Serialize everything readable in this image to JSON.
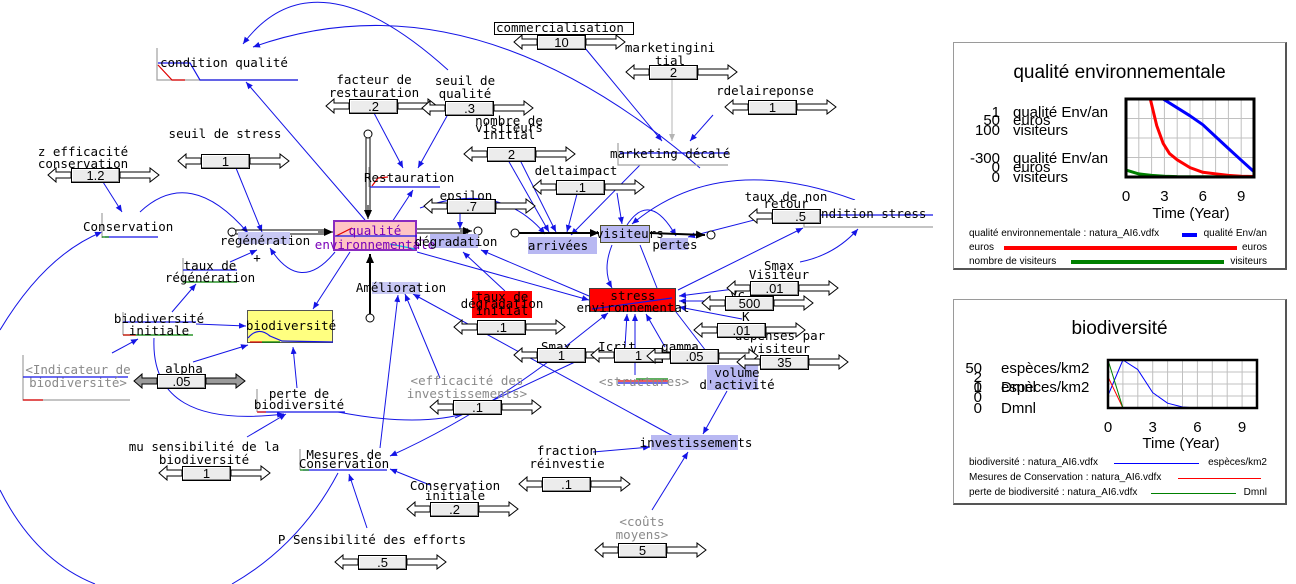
{
  "diagram": {
    "nodes": {
      "condition_qualite": [
        "condition qualité"
      ],
      "marketing_decale": [
        "marketing décalé"
      ],
      "restauration": [
        "Restauration"
      ],
      "qualite_env": [
        "qualité",
        "environnementale"
      ],
      "degradation": [
        "dégradation"
      ],
      "regeneration": [
        "régénération"
      ],
      "regeneration_sign": "+",
      "conservation": [
        "Conservation"
      ],
      "taux_regeneration": [
        "taux de",
        "régénération"
      ],
      "biodiversite_initiale": [
        "biodiversité",
        "initiale"
      ],
      "biodiversite": [
        "biodiversité"
      ],
      "indicateur_biodiversite": [
        "<Indicateur de",
        "biodiversité>"
      ],
      "perte_biodiversite": [
        "perte de",
        "biodiversité"
      ],
      "mesures_conservation": [
        "Mesures de",
        "Conservation"
      ],
      "amelioration": [
        "Amélioration"
      ],
      "arrivees": [
        "arrivées"
      ],
      "visiteurs": [
        "visiteurs"
      ],
      "pertes": [
        "pertes"
      ],
      "condition_stress": [
        "condition stress"
      ],
      "stress_env": [
        "stress",
        "environnemental"
      ],
      "structures": [
        "<structures>"
      ],
      "volume_activite": [
        "volume",
        "d'activité"
      ],
      "investissements": [
        "investissements"
      ]
    },
    "sliders": {
      "z_efficacite_conservation": {
        "label": [
          "z efficacité",
          "conservation"
        ],
        "value": "1.2"
      },
      "seuil_de_stress": {
        "label": [
          "seuil de stress"
        ],
        "value": "1"
      },
      "facteur_de_restauration": {
        "label": [
          "facteur de",
          "restauration"
        ],
        "value": ".2"
      },
      "seuil_de_qualite": {
        "label": [
          "seuil de",
          "qualité"
        ],
        "value": ".3"
      },
      "commercialisation": {
        "label": [
          "commercialisation"
        ],
        "value": "10"
      },
      "marketinginitial": {
        "label": [
          "marketingini",
          "tial"
        ],
        "value": "2"
      },
      "rdelaireponse": {
        "label": [
          "rdelaireponse"
        ],
        "value": "1"
      },
      "nombre_visiteurs_initial": {
        "label": [
          "nombre de",
          "visiteurs",
          "initial"
        ],
        "value": "2"
      },
      "deltaimpact": {
        "label": [
          "deltaimpact"
        ],
        "value": ".1"
      },
      "epsilon": {
        "label": [
          "epsilon"
        ],
        "value": ".7"
      },
      "taux_de_non_retour": {
        "label": [
          "taux de non",
          "retour"
        ],
        "value": ".5"
      },
      "taux_degradation_initial": {
        "label": [
          "taux de",
          "dégradation",
          "initial"
        ],
        "value": ".1"
      },
      "smax": {
        "label": [
          "Smax"
        ],
        "value": "1"
      },
      "icrit": {
        "label": [
          "Icrit"
        ],
        "value": "1"
      },
      "gamma": {
        "label": [
          "gamma"
        ],
        "value": ".05"
      },
      "smax_visiteur": {
        "label": [
          "Smax",
          "Visiteur"
        ],
        "value": ".01"
      },
      "vc": {
        "label": [
          "Vc"
        ],
        "value": "500"
      },
      "k": {
        "label": [
          "K"
        ],
        "value": ".01"
      },
      "depenses_par_visiteur": {
        "label": [
          "dépenses par",
          "visiteur"
        ],
        "value": "35"
      },
      "alpha": {
        "label": [
          "alpha"
        ],
        "value": ".05"
      },
      "mu_sensibilite": {
        "label": [
          "mu sensibilité de la",
          "biodiversité"
        ],
        "value": "1"
      },
      "efficacite_investissements": {
        "label": [
          "<efficacité des",
          "investissements>"
        ],
        "value": ".1"
      },
      "fraction_reinvestie": {
        "label": [
          "fraction",
          "réinvestie"
        ],
        "value": ".1"
      },
      "conservation_initiale": {
        "label": [
          "Conservation",
          "initiale"
        ],
        "value": ".2"
      },
      "p_sensibilite_efforts": {
        "label": [
          "P Sensibilité des efforts"
        ],
        "value": ".5"
      },
      "couts_moyens": {
        "label": [
          "<coûts",
          "moyens>"
        ],
        "value": "5"
      }
    }
  },
  "chart_data": [
    {
      "type": "line",
      "title": "qualité environnementale",
      "xlabel": "Time (Year)",
      "xlim": [
        0,
        10
      ],
      "xticks": [
        0,
        3,
        6,
        9
      ],
      "grid": true,
      "legend": "bottom",
      "y_axis_labels": {
        "top": [
          {
            "value": "1",
            "unit": "qualité Env/an"
          },
          {
            "value": "50",
            "unit": "euros"
          },
          {
            "value": "100",
            "unit": "visiteurs"
          }
        ],
        "bottom": [
          {
            "value": "-300",
            "unit": "qualité Env/an"
          },
          {
            "value": "0",
            "unit": "euros"
          },
          {
            "value": "0",
            "unit": "visiteurs"
          }
        ]
      },
      "series": [
        {
          "name": "qualité environnementale : natura_AI6.vdfx",
          "unit": "qualité Env/an",
          "color": "#0000ff",
          "ylim": [
            -300,
            1
          ],
          "x": [
            0,
            2.9,
            4,
            5,
            6,
            7,
            8,
            9,
            10
          ],
          "values": [
            1,
            1,
            -33,
            -64,
            -98,
            -144,
            -190,
            -235,
            -280
          ]
        },
        {
          "name": "euros",
          "unit": "euros",
          "color": "#ff0000",
          "ylim": [
            0,
            50
          ],
          "x": [
            1.9,
            2.4,
            2.9,
            3.4,
            4,
            5,
            6,
            7,
            8,
            9,
            10
          ],
          "values": [
            50,
            33,
            21.6,
            15,
            11,
            6,
            3,
            2,
            1,
            0.5,
            0.3
          ]
        },
        {
          "name": "nombre de visiteurs",
          "unit": "visiteurs",
          "color": "#008000",
          "ylim": [
            0,
            100
          ],
          "x": [
            0,
            1,
            2,
            3,
            4,
            10
          ],
          "values": [
            9,
            4,
            2,
            1,
            0.5,
            0
          ]
        }
      ]
    },
    {
      "type": "line",
      "title": "biodiversité",
      "xlabel": "Time (Year)",
      "xlim": [
        0,
        10
      ],
      "xticks": [
        0,
        3,
        6,
        9
      ],
      "grid": true,
      "legend": "bottom",
      "y_axis_labels": {
        "top": [
          {
            "value": "50",
            "unit": "espèces/km2"
          },
          {
            "value": "2",
            "unit": ""
          },
          {
            "value": "1",
            "unit": "Dmnl"
          }
        ],
        "bottom": [
          {
            "value": "0",
            "unit": "espèces/km2"
          },
          {
            "value": "0",
            "unit": ""
          },
          {
            "value": "0",
            "unit": "Dmnl"
          }
        ]
      },
      "series": [
        {
          "name": "biodiversité : natura_AI6.vdfx",
          "unit": "espèces/km2",
          "color": "#0000ff",
          "ylim": [
            0,
            50
          ],
          "x": [
            0,
            1,
            2,
            3,
            4,
            5,
            6,
            10
          ],
          "values": [
            13,
            50,
            40,
            16,
            5,
            1,
            0,
            0
          ]
        },
        {
          "name": "Mesures de Conservation : natura_AI6.vdfx",
          "unit": "",
          "color": "#ff0000",
          "ylim": [
            0,
            2
          ],
          "x": [
            0,
            1,
            10
          ],
          "values": [
            1.3,
            0,
            0
          ]
        },
        {
          "name": "perte de biodiversité : natura_AI6.vdfx",
          "unit": "Dmnl",
          "color": "#008000",
          "ylim": [
            0,
            1
          ],
          "x": [
            0,
            1,
            10
          ],
          "values": [
            1,
            0,
            0
          ]
        }
      ]
    }
  ]
}
